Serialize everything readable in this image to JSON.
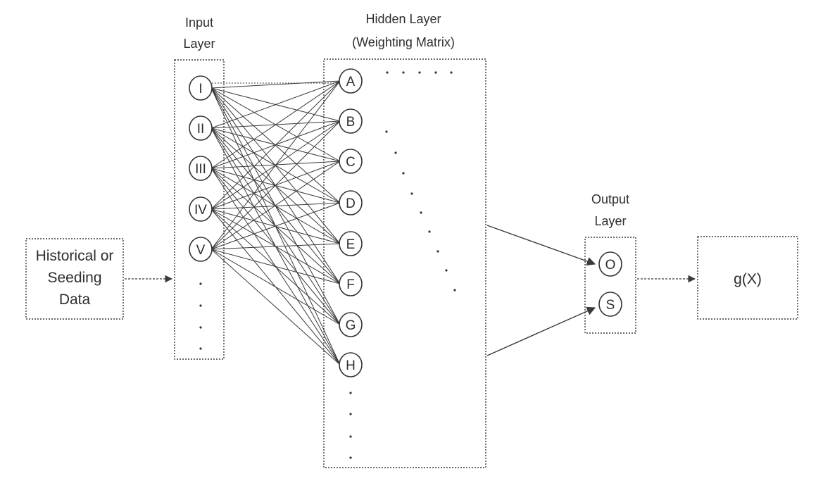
{
  "source_box": {
    "lines": [
      "Historical or",
      "Seeding",
      "Data"
    ]
  },
  "input_layer": {
    "title_lines": [
      "Input",
      "Layer"
    ],
    "nodes": [
      "I",
      "II",
      "III",
      "IV",
      "V"
    ]
  },
  "hidden_layer": {
    "title_lines": [
      "Hidden Layer",
      "(Weighting Matrix)"
    ],
    "nodes": [
      "A",
      "B",
      "C",
      "D",
      "E",
      "F",
      "G",
      "H"
    ]
  },
  "output_layer": {
    "title_lines": [
      "Output",
      "Layer"
    ],
    "nodes": [
      "O",
      "S"
    ]
  },
  "function_box": {
    "label": "g(X)"
  },
  "colors": {
    "line": "#3a3a3a",
    "text": "#2e2e2e",
    "background": "#ffffff"
  }
}
